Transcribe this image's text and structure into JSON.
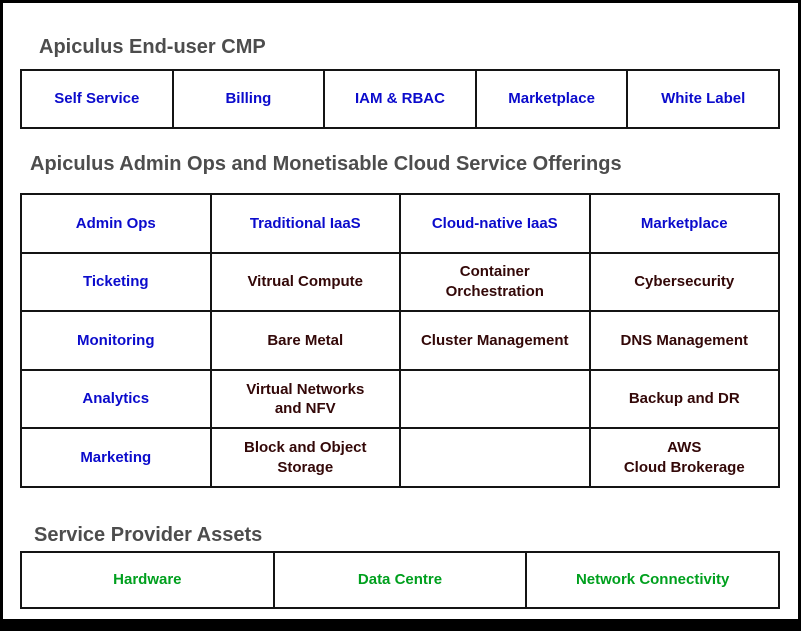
{
  "colors": {
    "link_blue": "#0b0bcc",
    "body_dark_maroon": "#330808",
    "asset_green": "#00a01e",
    "title_gray": "#4d4d4d",
    "border_black": "#141414"
  },
  "cmp_section": {
    "title": "Apiculus End-user CMP",
    "cells": [
      "Self Service",
      "Billing",
      "IAM & RBAC",
      "Marketplace",
      "White Label"
    ]
  },
  "admin_section": {
    "title": "Apiculus Admin Ops and Monetisable Cloud Service Offerings",
    "columns": [
      "Admin Ops",
      "Traditional IaaS",
      "Cloud-native IaaS",
      "Marketplace"
    ],
    "rows": [
      [
        "Ticketing",
        "Vitrual Compute",
        "Container\nOrchestration",
        "Cybersecurity"
      ],
      [
        "Monitoring",
        "Bare Metal",
        "Cluster Management",
        "DNS Management"
      ],
      [
        "Analytics",
        "Virtual Networks\nand NFV",
        "",
        "Backup and DR"
      ],
      [
        "Marketing",
        "Block and Object\nStorage",
        "",
        "AWS\nCloud Brokerage"
      ]
    ]
  },
  "assets_section": {
    "title": "Service Provider Assets",
    "cells": [
      "Hardware",
      "Data Centre",
      "Network Connectivity"
    ]
  }
}
